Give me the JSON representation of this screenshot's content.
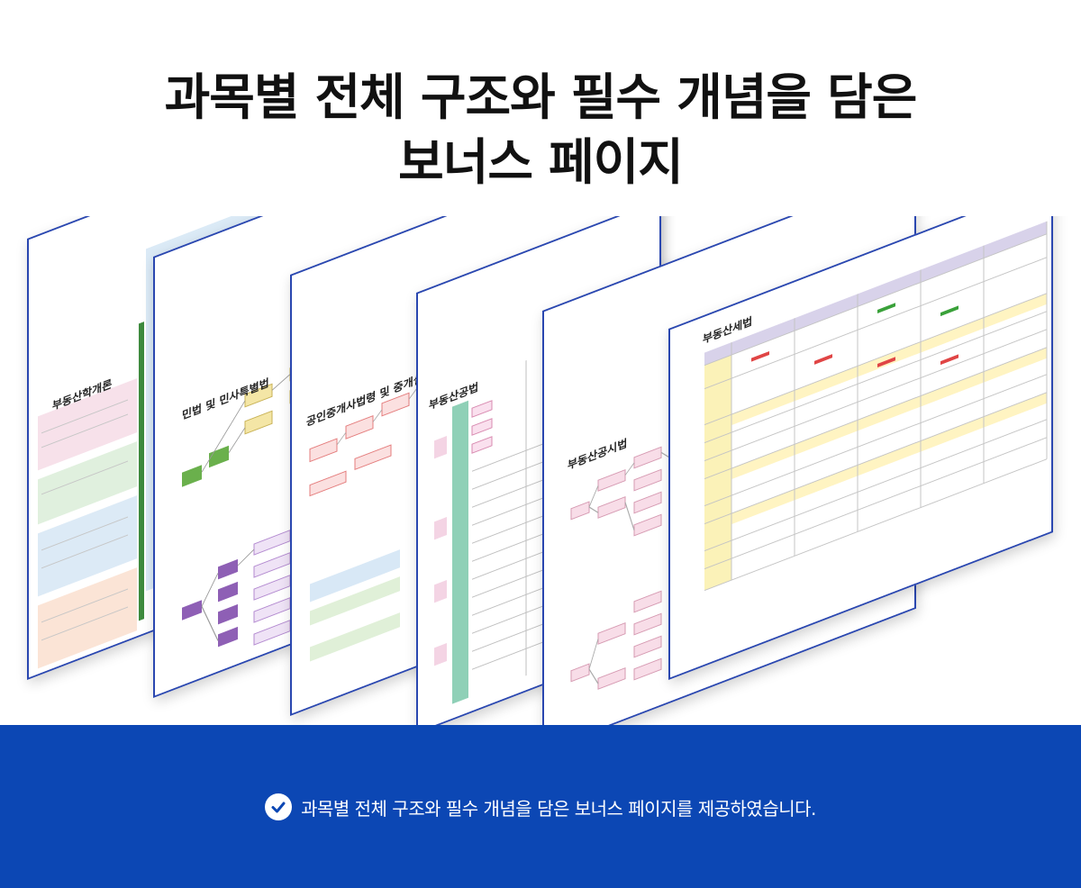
{
  "headline": {
    "line1": "과목별 전체 구조와 필수 개념을 담은",
    "line2": "보너스 페이지"
  },
  "sheets": [
    {
      "title": "부동산학개론",
      "kind": "notes"
    },
    {
      "title": "민법 및 민사특별법",
      "kind": "tree"
    },
    {
      "title": "공인중개사법령 및 중개실무",
      "kind": "flow"
    },
    {
      "title": "부동산공법",
      "kind": "table"
    },
    {
      "title": "부동산공시법",
      "kind": "tree"
    },
    {
      "title": "부동산세법",
      "kind": "grid"
    }
  ],
  "footer": {
    "text": "과목별 전체 구조와 필수 개념을 담은 보너스 페이지를 제공하였습니다.",
    "icon": "check-circle-icon"
  },
  "colors": {
    "footer_bg": "#0c47b4",
    "sheet_border": "#2a47b0",
    "headline": "#111111"
  }
}
